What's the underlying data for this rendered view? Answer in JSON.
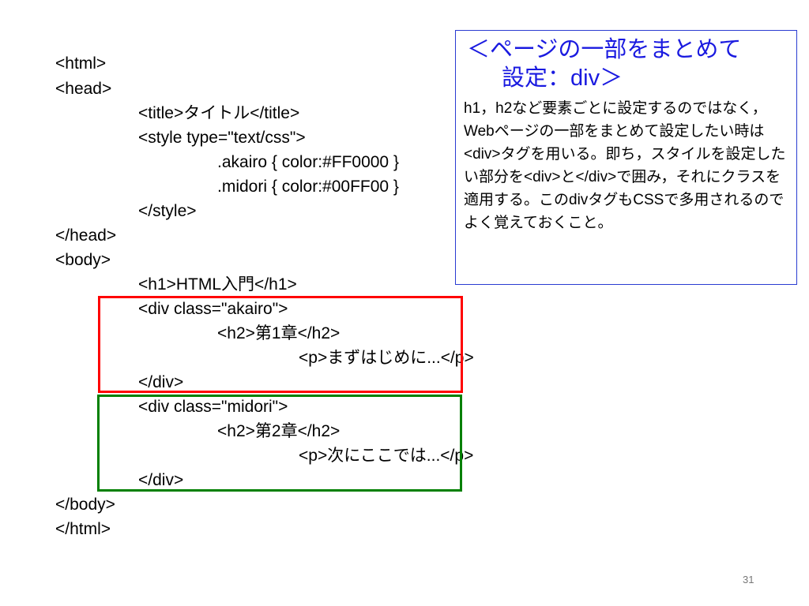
{
  "code": {
    "l01": "<html>",
    "l02": "<head>",
    "l03": "<title>タイトル</title>",
    "l04": "<style type=\"text/css\">",
    "l05": ".akairo { color:#FF0000 }",
    "l06": ".midori { color:#00FF00 }",
    "l07": "</style>",
    "l08": "</head>",
    "l09": "<body>",
    "l10": "<h1>HTML入門</h1>",
    "l11": "<div class=\"akairo\">",
    "l12": "<h2>第1章</h2>",
    "l13": "<p>まずはじめに...</p>",
    "l14": "</div>",
    "l15": "<div class=\"midori\">",
    "l16": "<h2>第2章</h2>",
    "l17": "<p>次にここでは...</p>",
    "l18": "</div>",
    "l19": "</body>",
    "l20": "</html>"
  },
  "callout": {
    "title_line1": "＜ページの一部をまとめて",
    "title_line2": "設定：div＞",
    "body": "h1，h2など要素ごとに設定するのではなく，Webページの一部をまとめて設定したい時は<div>タグを用いる。即ち，スタイルを設定したい部分を<div>と</div>で囲み，それにクラスを適用する。このdivタグもCSSで多用されるのでよく覚えておくこと。"
  },
  "colors": {
    "red_box": "#FF0000",
    "green_box": "#008000",
    "callout_border": "#2A3CD2",
    "callout_title": "#1A1AE0"
  },
  "page_number": "31"
}
